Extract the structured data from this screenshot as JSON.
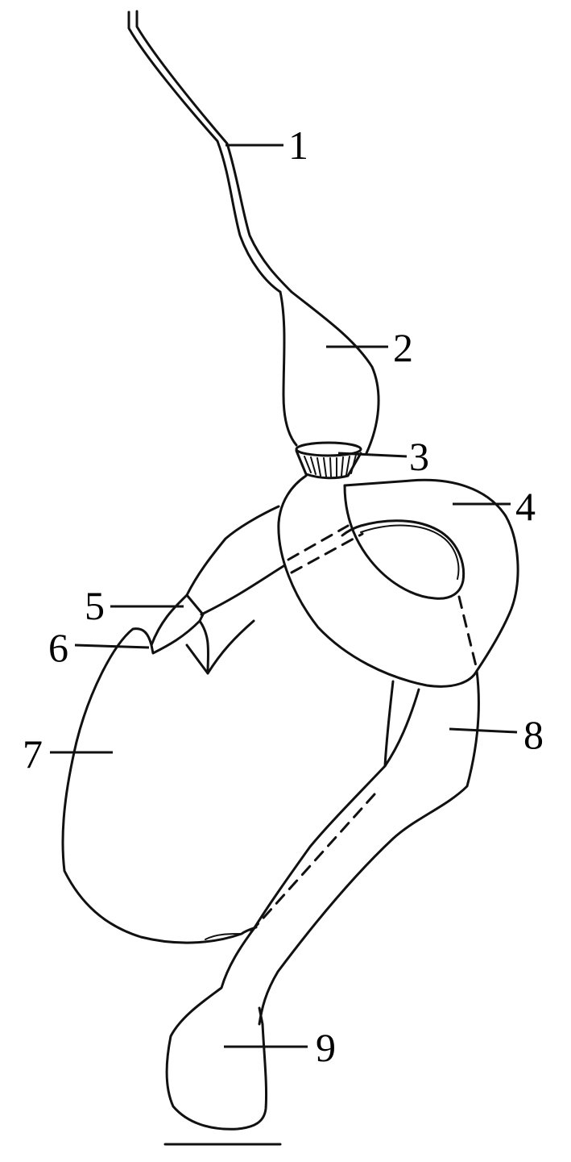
{
  "labels": [
    {
      "id": "1",
      "text": "1"
    },
    {
      "id": "2",
      "text": "2"
    },
    {
      "id": "3",
      "text": "3"
    },
    {
      "id": "4",
      "text": "4"
    },
    {
      "id": "5",
      "text": "5"
    },
    {
      "id": "6",
      "text": "6"
    },
    {
      "id": "7",
      "text": "7"
    },
    {
      "id": "8",
      "text": "8"
    },
    {
      "id": "9",
      "text": "9"
    }
  ],
  "colors": {
    "stroke": "#111111",
    "background": "#ffffff"
  }
}
